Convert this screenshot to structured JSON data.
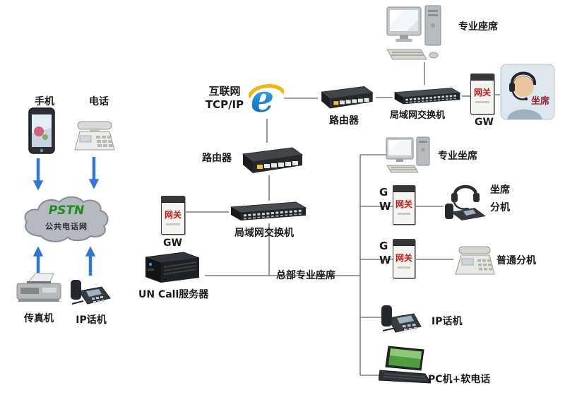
{
  "colors": {
    "line": "#7f7f7f",
    "arrow": "#2f77d0",
    "gateway_text": "#c61616",
    "pstn_text": "#1e8a1e"
  },
  "nodes": {
    "mobile": "手机",
    "telephone": "电话",
    "pstn_title": "PSTN",
    "pstn_name": "公共电话网",
    "fax": "传真机",
    "ip_phone_left": "IP话机",
    "gateway": "网关",
    "gw": "GW",
    "internet_line1": "互联网",
    "internet_line2": "TCP/IP",
    "router_mid": "路由器",
    "switch_mid": "局域网交换机",
    "server": "UN Call服务器",
    "hq_agents": "总部专业座席",
    "router_top": "路由器",
    "switch_top": "局域网交换机",
    "pro_agent_top": "专业座席",
    "agent_photo": "坐席",
    "pro_agent_right": "专业坐席",
    "g": "G",
    "w": "W",
    "agent_ext_line1": "坐席",
    "agent_ext_line2": "分机",
    "normal_ext": "普通分机",
    "ip_phone_right": "IP话机",
    "pc_softphone": "PC机+软电话"
  }
}
